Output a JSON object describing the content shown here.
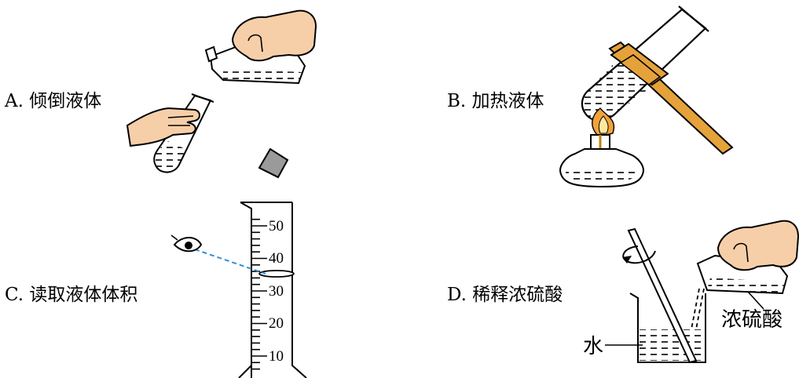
{
  "panels": {
    "a": {
      "caption": "A. 倾倒液体"
    },
    "b": {
      "caption": "B. 加热液体"
    },
    "c": {
      "caption": "C. 读取液体体积",
      "scale": [
        "50",
        "40",
        "30",
        "20",
        "10"
      ]
    },
    "d": {
      "caption": "D. 稀释浓硫酸",
      "acid_label": "浓硫酸",
      "water_label": "水"
    }
  },
  "colors": {
    "skin": "#f6cfa9",
    "wood": "#e6a23a",
    "flame": "#f2a23a",
    "sight_line": "#2f8fd8",
    "outline": "#000000"
  }
}
